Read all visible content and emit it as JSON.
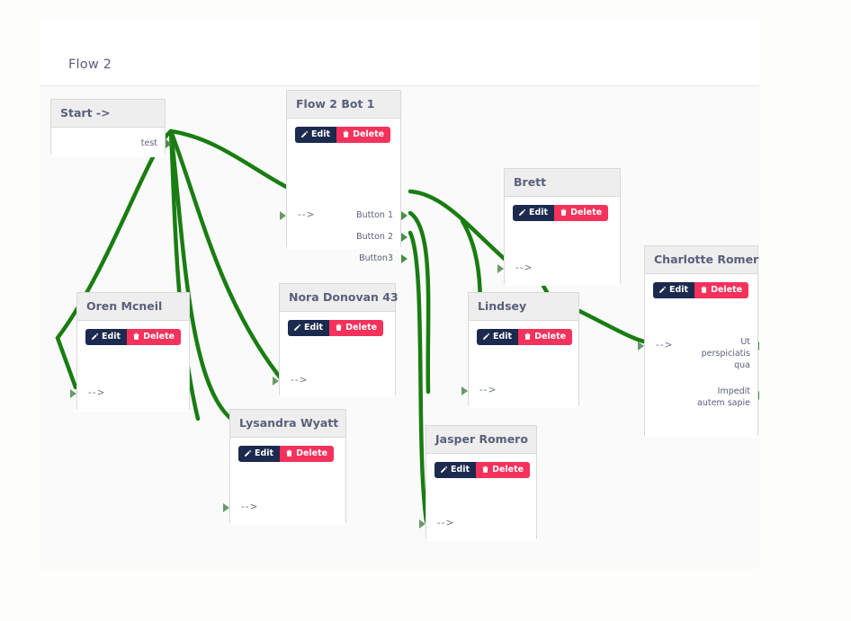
{
  "header": {
    "title": "Flow 2"
  },
  "colors": {
    "edge": "#1a7d12",
    "edit_button": "#1b2a4e",
    "delete_button": "#f5325c",
    "node_header": "#eeeeee",
    "node_border": "#d9d9de",
    "canvas": "#fafafa",
    "title_text": "#5a5f7d"
  },
  "actions": {
    "edit_label": "Edit",
    "delete_label": "Delete"
  },
  "nodes": [
    {
      "id": "start",
      "title": "Start ->",
      "has_actions": false,
      "inputs": [],
      "outputs": [
        "test"
      ]
    },
    {
      "id": "flow-2-bot-1",
      "title": "Flow 2 Bot 1",
      "has_actions": true,
      "inputs": [
        "-->"
      ],
      "outputs": [
        "Button 1",
        "Button 2",
        "Button3"
      ]
    },
    {
      "id": "oren-mcneil",
      "title": "Oren Mcneil",
      "has_actions": true,
      "inputs": [
        "-->"
      ],
      "outputs": []
    },
    {
      "id": "nora-donovan-43",
      "title": "Nora Donovan 43",
      "has_actions": true,
      "inputs": [
        "-->"
      ],
      "outputs": []
    },
    {
      "id": "lysandra-wyatt",
      "title": "Lysandra Wyatt",
      "has_actions": true,
      "inputs": [
        "-->"
      ],
      "outputs": []
    },
    {
      "id": "brett",
      "title": "Brett",
      "has_actions": true,
      "inputs": [
        "-->"
      ],
      "outputs": []
    },
    {
      "id": "lindsey",
      "title": "Lindsey",
      "has_actions": true,
      "inputs": [
        "-->"
      ],
      "outputs": []
    },
    {
      "id": "jasper-romero",
      "title": "Jasper Romero",
      "has_actions": true,
      "inputs": [
        "-->"
      ],
      "outputs": []
    },
    {
      "id": "charlotte-romero",
      "title": "Charlotte Romero",
      "has_actions": true,
      "inputs": [
        "-->"
      ],
      "outputs": [
        "Ut perspiciatis qua",
        "Impedit autem sapie"
      ]
    }
  ]
}
